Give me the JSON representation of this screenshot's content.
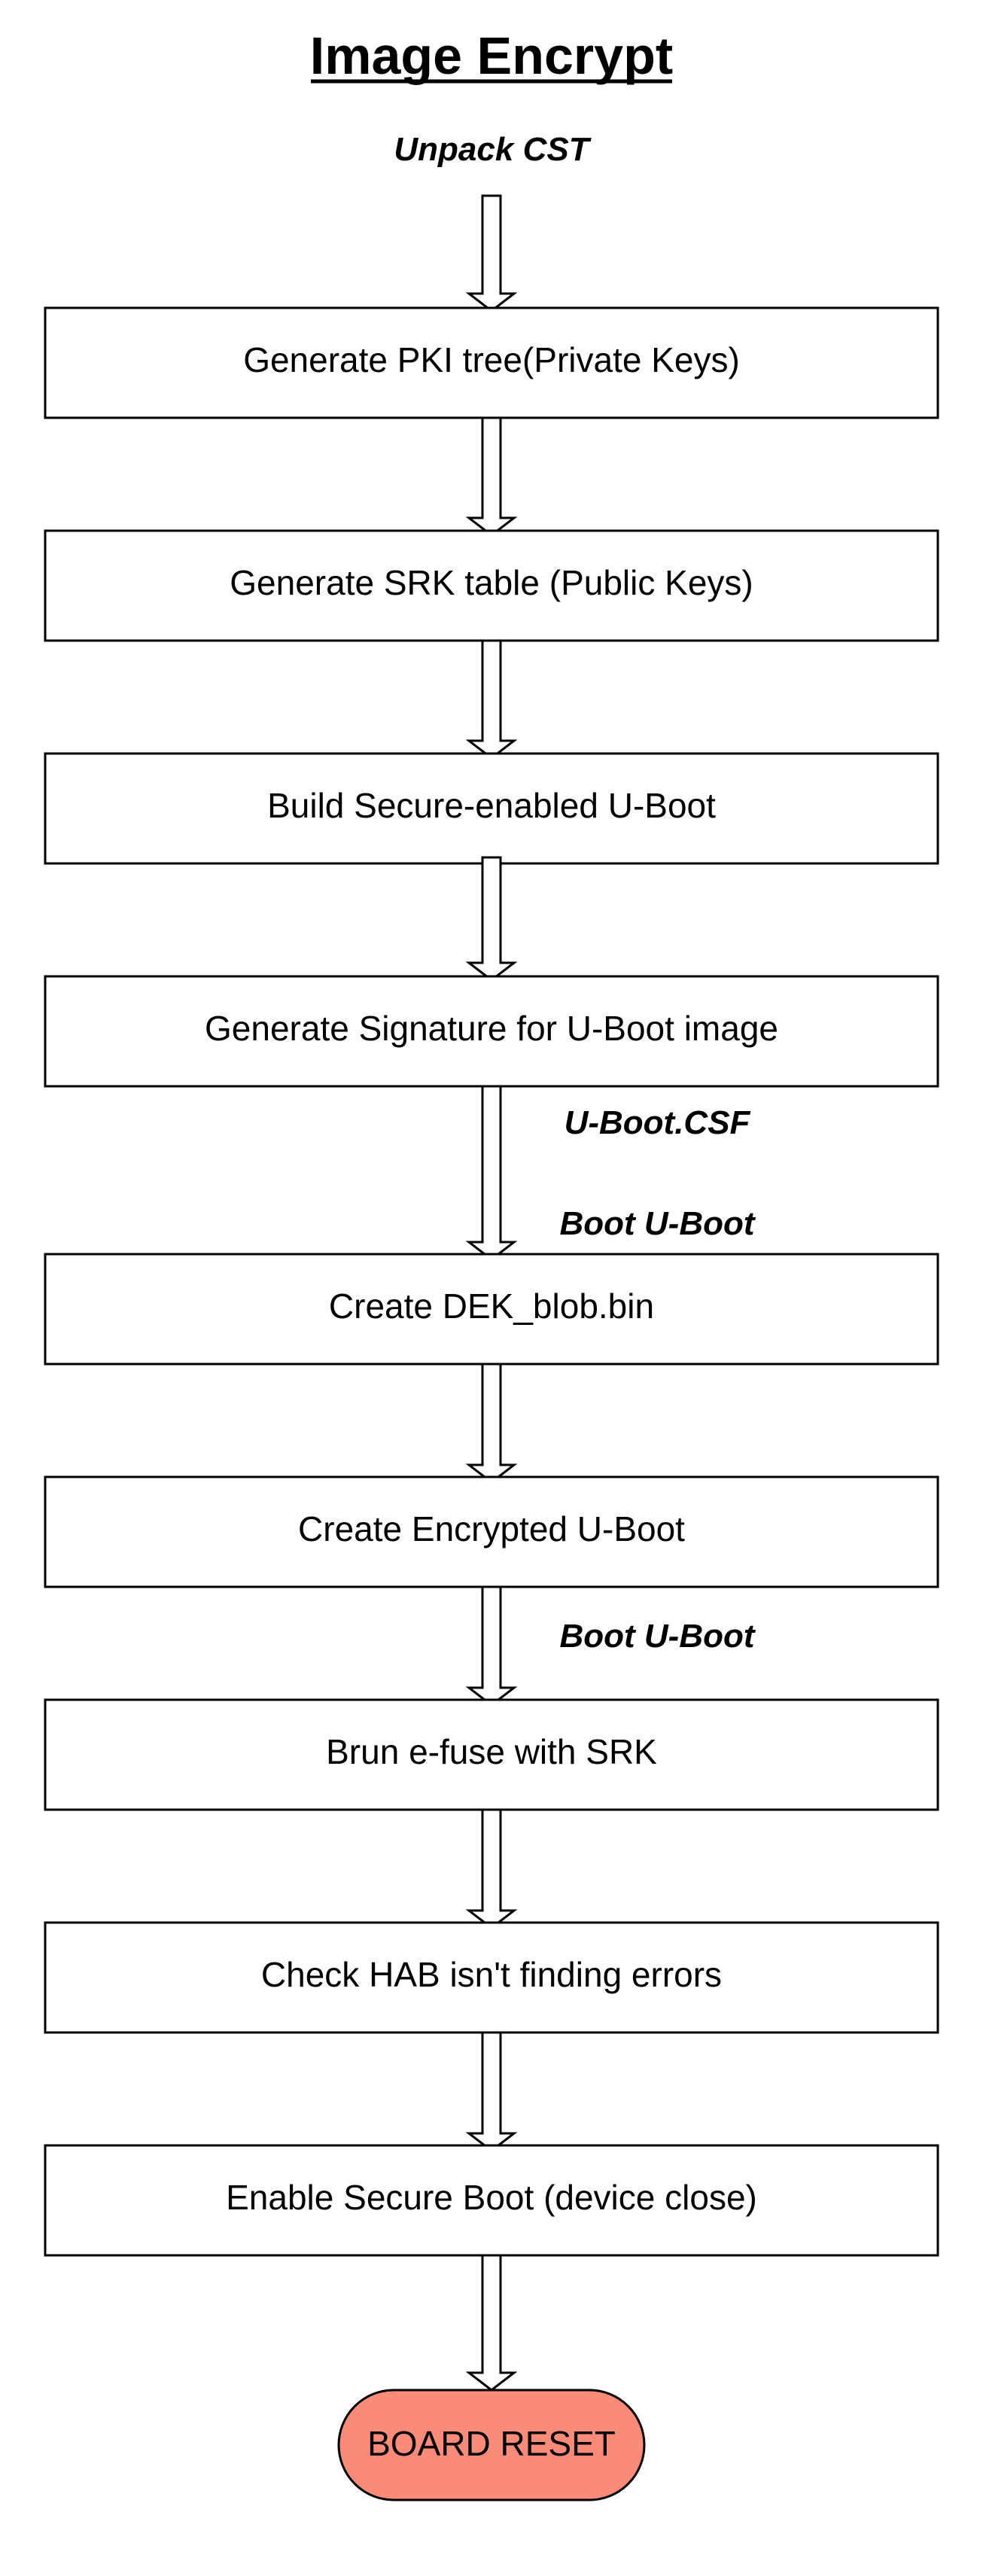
{
  "title": "Image Encrypt",
  "colors": {
    "line": "#000000",
    "box_fill": "#ffffff",
    "terminal_fill": "#fa8b78"
  },
  "labels": {
    "unpack": "Unpack CST",
    "uboot_csf": "U-Boot.CSF",
    "boot_uboot_1": "Boot U-Boot",
    "boot_uboot_2": "Boot U-Boot"
  },
  "steps": [
    "Generate PKI tree(Private Keys)",
    "Generate SRK table (Public Keys)",
    "Build Secure-enabled U-Boot",
    "Generate Signature for U-Boot image",
    "Create DEK_blob.bin",
    "Create Encrypted U-Boot",
    "Brun e-fuse with SRK",
    "Check HAB isn't finding errors",
    "Enable Secure Boot (device close)"
  ],
  "terminal": "BOARD RESET"
}
